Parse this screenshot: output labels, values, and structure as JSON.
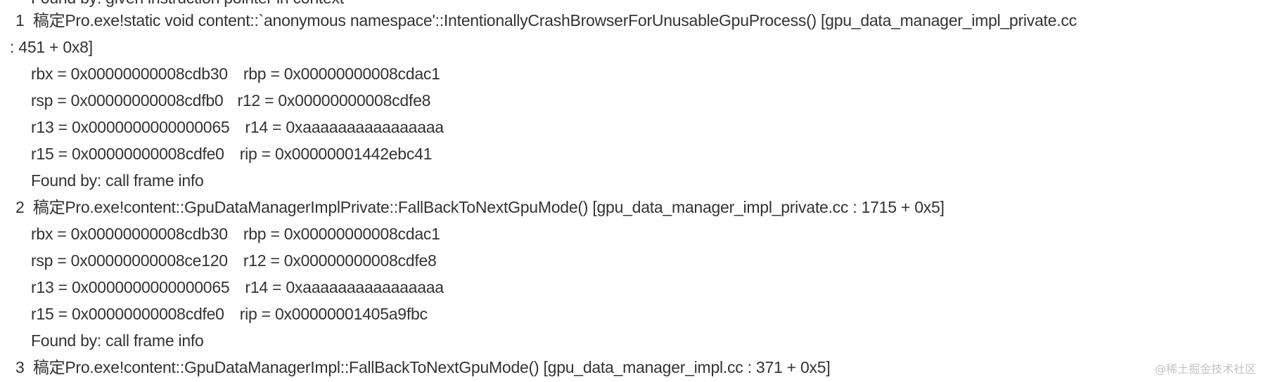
{
  "stack": {
    "frame1_header": "1  稿定Pro.exe!static void content::`anonymous namespace'::IntentionallyCrashBrowserForUnusableGpuProcess() [gpu_data_manager_impl_private.cc",
    "frame1_header_cont": ": 451 + 0x8]",
    "frame1_regs": [
      {
        "left": "rbx = 0x00000000008cdb30",
        "right": "rbp = 0x00000000008cdac1"
      },
      {
        "left": "rsp = 0x00000000008cdfb0",
        "right": "r12 = 0x00000000008cdfe8"
      },
      {
        "left": "r13 = 0x0000000000000065",
        "right": "r14 = 0xaaaaaaaaaaaaaaaa"
      },
      {
        "left": "r15 = 0x00000000008cdfe0",
        "right": "rip = 0x00000001442ebc41"
      }
    ],
    "frame1_found": "Found by: call frame info",
    "frame2_header": "2  稿定Pro.exe!content::GpuDataManagerImplPrivate::FallBackToNextGpuMode() [gpu_data_manager_impl_private.cc : 1715 + 0x5]",
    "frame2_regs": [
      {
        "left": "rbx = 0x00000000008cdb30",
        "right": "rbp = 0x00000000008cdac1"
      },
      {
        "left": "rsp = 0x00000000008ce120",
        "right": "r12 = 0x00000000008cdfe8"
      },
      {
        "left": "r13 = 0x0000000000000065",
        "right": "r14 = 0xaaaaaaaaaaaaaaaa"
      },
      {
        "left": "r15 = 0x00000000008cdfe0",
        "right": "rip = 0x00000001405a9fbc"
      }
    ],
    "frame2_found": "Found by: call frame info",
    "frame3_header": "3  稿定Pro.exe!content::GpuDataManagerImpl::FallBackToNextGpuMode() [gpu_data_manager_impl.cc : 371 + 0x5]"
  },
  "watermark": "@稀土掘金技术社区"
}
